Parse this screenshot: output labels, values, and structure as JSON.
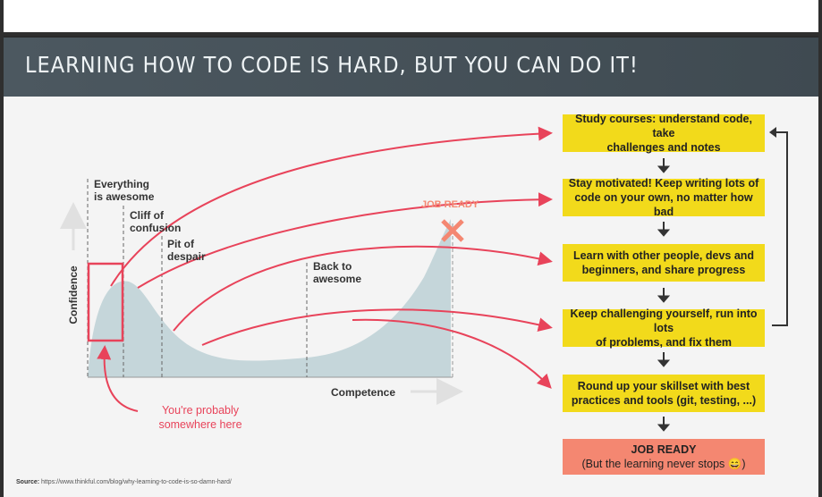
{
  "title": "LEARNING HOW TO CODE IS HARD, BUT YOU CAN DO IT!",
  "curve": {
    "phases": [
      {
        "label_line1": "Everything",
        "label_line2": "is awesome"
      },
      {
        "label_line1": "Cliff of",
        "label_line2": "confusion"
      },
      {
        "label_line1": "Pit of",
        "label_line2": "despair"
      },
      {
        "label_line1": "Back to",
        "label_line2": "awesome"
      }
    ],
    "job_ready_marker": "JOB READY",
    "y_axis_label": "Confidence",
    "x_axis_label": "Competence",
    "you_are_here_line1": "You're probably",
    "you_are_here_line2": "somewhere here"
  },
  "steps": [
    {
      "text_line1": "Study courses: understand code, take",
      "text_line2": "challenges and notes"
    },
    {
      "text_line1": "Stay motivated! Keep writing lots of",
      "text_line2": "code on your own, no matter how bad"
    },
    {
      "text_line1": "Learn with other people, devs and",
      "text_line2": "beginners, and share progress"
    },
    {
      "text_line1": "Keep challenging yourself, run into lots",
      "text_line2": "of problems, and fix them"
    },
    {
      "text_line1": "Round up your skillset with best",
      "text_line2": "practices and tools (git, testing, ...)"
    }
  ],
  "final_step": {
    "line1": "JOB READY",
    "line2": "(But the learning never stops 😄)"
  },
  "source": {
    "label": "Source:",
    "url": "https://www.thinkful.com/blog/why-learning-to-code-is-so-damn-hard/"
  },
  "colors": {
    "accent_red": "#e8435a",
    "step_yellow": "#f2da1b",
    "final_salmon": "#f48771",
    "curve_fill": "#c5d6da",
    "banner": "#46525a"
  }
}
